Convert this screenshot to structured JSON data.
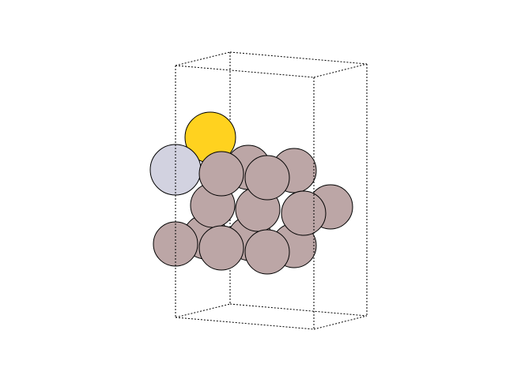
{
  "figure": {
    "type": "atomic-structure-3d-render",
    "background_color": "#ffffff",
    "unit_cell_style": "dotted-black",
    "atom_outline_color": "#000000",
    "species_colors": {
      "substrate": "#bca6a6",
      "adsorbate_gold": "#ffd21f",
      "adsorbate_lavender": "#d2d2e0"
    },
    "atom_count": 19
  }
}
